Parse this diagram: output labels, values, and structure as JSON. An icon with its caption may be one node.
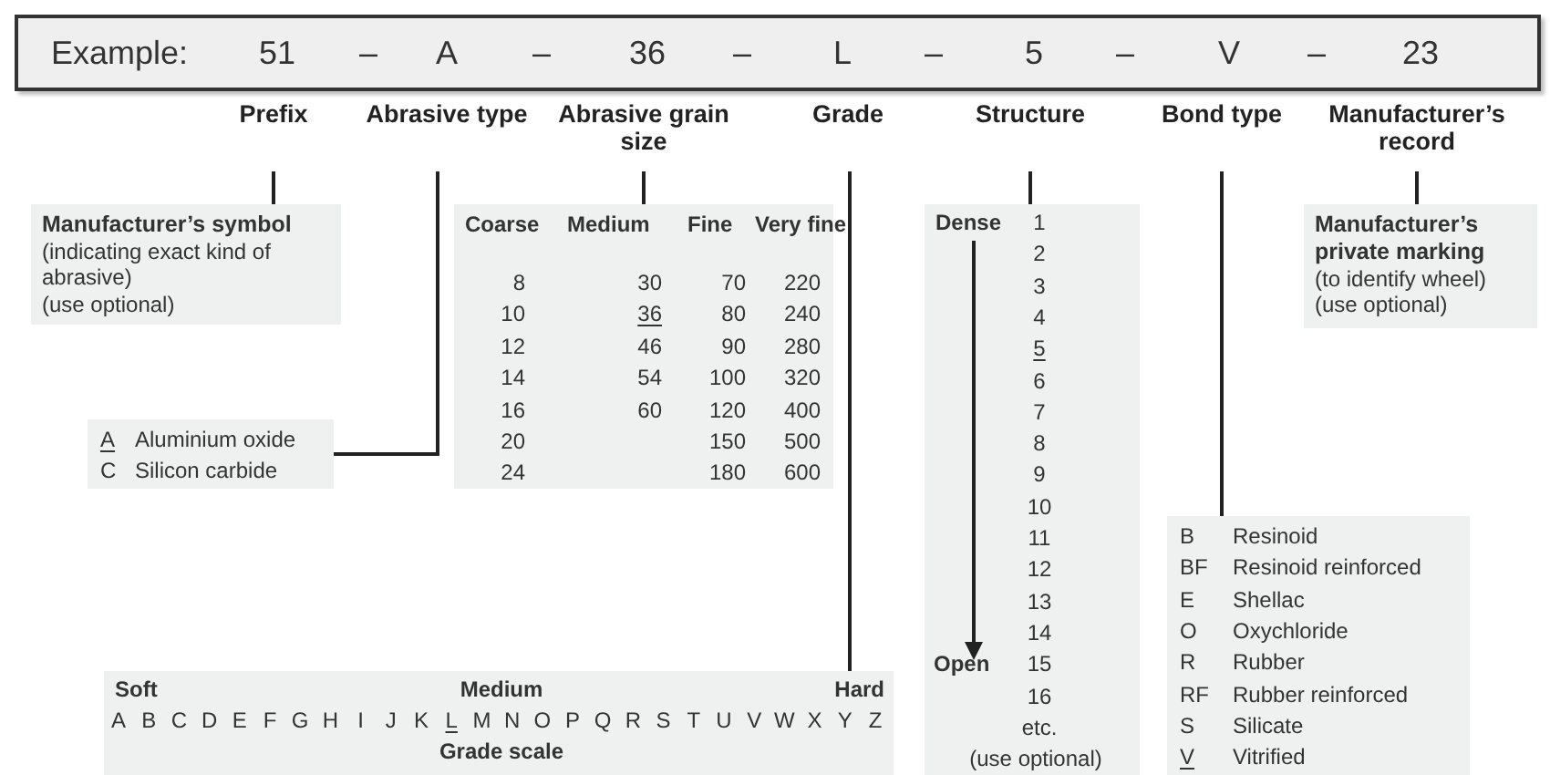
{
  "diagram": {
    "nodes": [
      {
        "text": [
          "Example:",
          "51",
          "–",
          "A",
          "–",
          "36",
          "–",
          "L",
          "–",
          "5",
          "–",
          "V",
          "–",
          "23"
        ]
      },
      {
        "text": [
          "Prefix"
        ]
      },
      {
        "text": [
          "Abrasive type"
        ]
      },
      {
        "text": [
          "Abrasive grain size"
        ]
      },
      {
        "text": [
          "Grade"
        ]
      },
      {
        "text": [
          "Structure"
        ]
      },
      {
        "text": [
          "Bond type"
        ]
      },
      {
        "text": [
          "Manufacturer’s record"
        ]
      },
      {
        "text": [
          "Manufacturer’s symbol",
          "(indicating exact kind of abrasive)",
          "(use optional)"
        ]
      },
      {
        "text": [
          "A",
          "Aluminium oxide",
          "C",
          "Silicon carbide"
        ]
      },
      {
        "text": [
          "Coarse",
          "Medium",
          "Fine",
          "Very fine",
          "8",
          "30",
          "70",
          "220",
          "10",
          "36",
          "80",
          "240",
          "12",
          "46",
          "90",
          "280",
          "14",
          "54",
          "100",
          "320",
          "16",
          "60",
          "120",
          "400",
          "20",
          "150",
          "500",
          "24",
          "180",
          "600"
        ]
      },
      {
        "text": [
          "Soft",
          "Medium",
          "Hard",
          "A",
          "B",
          "C",
          "D",
          "E",
          "F",
          "G",
          "H",
          "I",
          "J",
          "K",
          "L",
          "M",
          "N",
          "O",
          "P",
          "Q",
          "R",
          "S",
          "T",
          "U",
          "V",
          "W",
          "X",
          "Y",
          "Z",
          "Grade scale"
        ]
      },
      {
        "text": [
          "Dense",
          "1",
          "2",
          "3",
          "4",
          "5",
          "6",
          "7",
          "8",
          "9",
          "10",
          "11",
          "12",
          "13",
          "14",
          "Open",
          "15",
          "16",
          "etc.",
          "(use optional)"
        ]
      },
      {
        "text": [
          "B",
          "Resinoid",
          "BF",
          "Resinoid reinforced",
          "E",
          "Shellac",
          "O",
          "Oxychloride",
          "R",
          "Rubber",
          "RF",
          "Rubber reinforced",
          "S",
          "Silicate",
          "V",
          "Vitrified"
        ]
      },
      {
        "text": [
          "Manufacturer’s private marking",
          "(to identify wheel)",
          "(use optional)"
        ]
      }
    ],
    "edges": [
      {
        "from": 1,
        "to": 8,
        "arrow": "none"
      },
      {
        "from": 2,
        "to": 9,
        "arrow": "none"
      },
      {
        "from": 3,
        "to": 10,
        "arrow": "none"
      },
      {
        "from": 4,
        "to": 11,
        "arrow": "none"
      },
      {
        "from": 5,
        "to": 12,
        "arrow": "none"
      },
      {
        "from": 6,
        "to": 13,
        "arrow": "none"
      },
      {
        "from": 7,
        "to": 14,
        "arrow": "none"
      }
    ]
  }
}
